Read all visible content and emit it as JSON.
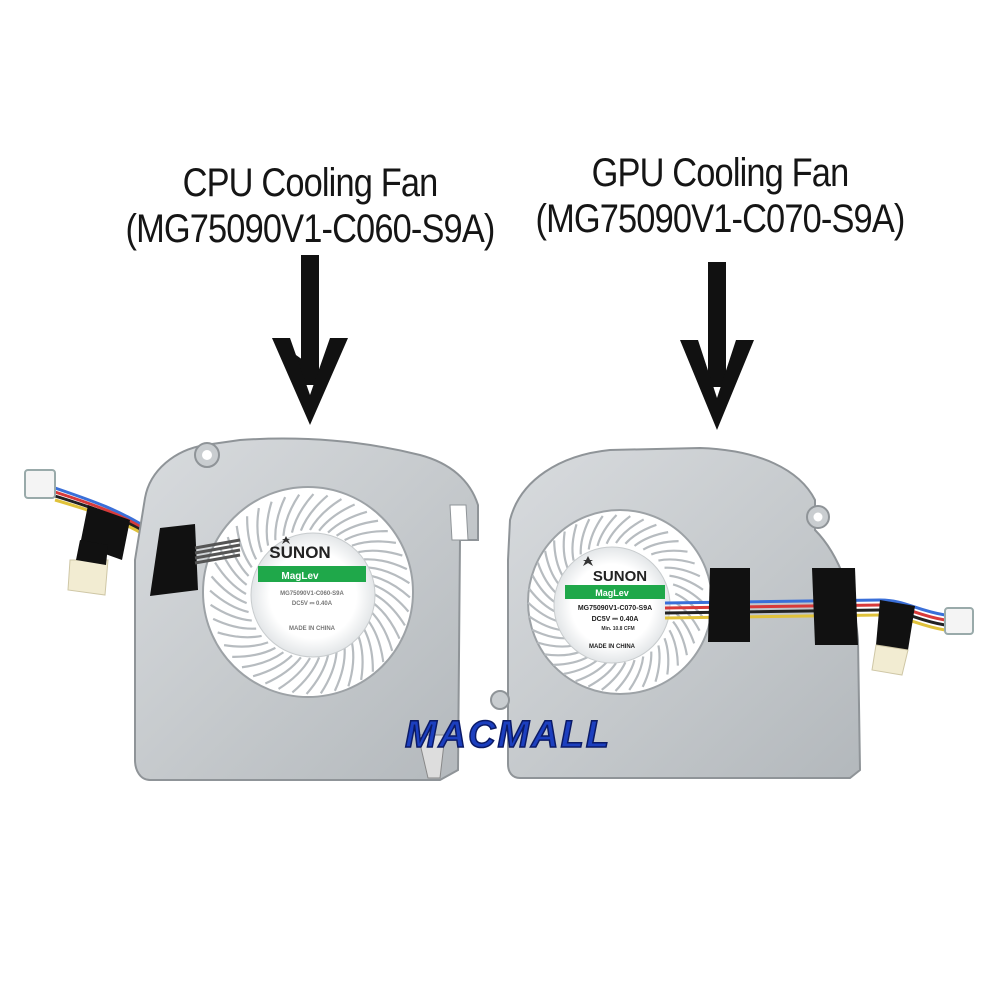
{
  "cpu_fan": {
    "title": "CPU Cooling Fan",
    "model": "(MG75090V1-C060-S9A)",
    "label": {
      "brand": "SUNON",
      "sub": "MagLev",
      "part": "MG75090V1-C060-S9A",
      "rating": "DC5V ⎓ 0.40A",
      "origin": "MADE IN CHINA"
    }
  },
  "gpu_fan": {
    "title": "GPU Cooling Fan",
    "model": "(MG75090V1-C070-S9A)",
    "label": {
      "brand": "SUNON",
      "sub": "MagLev",
      "part": "MG75090V1-C070-S9A",
      "rating": "DC5V ⎓ 0.40A",
      "cfm": "Min. 10.8 CFM",
      "origin": "MADE IN CHINA"
    }
  },
  "watermark": "MACMALL",
  "colors": {
    "housing": "#c9cdd0",
    "housing_edge": "#8f9498",
    "blade": "#eef0f1",
    "label_green": "#1fa84a",
    "tape": "#111111",
    "watermark_blue": "#1c3fbf"
  }
}
